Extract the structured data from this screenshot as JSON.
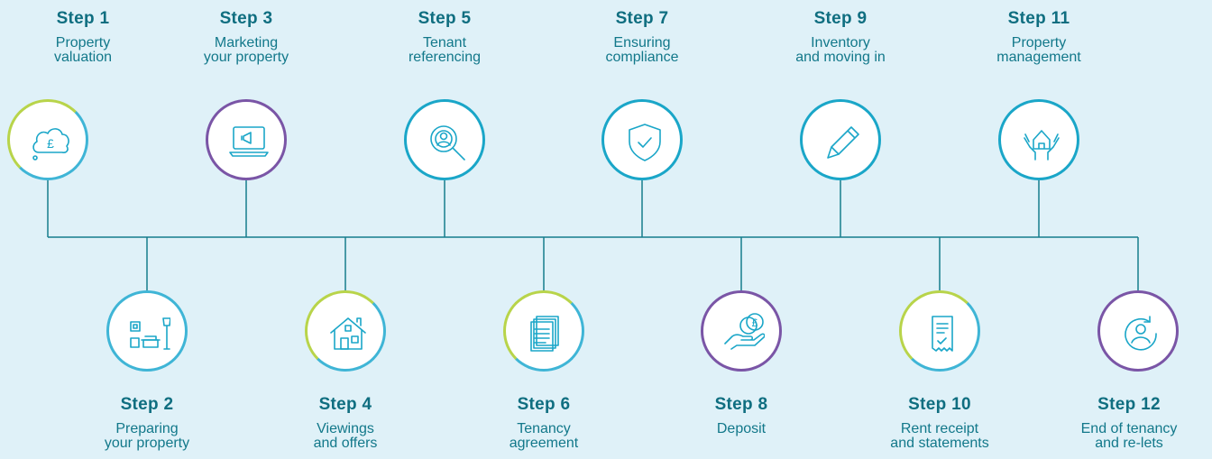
{
  "steps": [
    {
      "title": "Step 1",
      "desc": "Property\nvaluation",
      "icon": "cloud-pound-icon",
      "ring": [
        "#b8d44a",
        "#3fb5d6"
      ]
    },
    {
      "title": "Step 2",
      "desc": "Preparing\nyour property",
      "icon": "living-room-icon",
      "ring": [
        "#3fb5d6",
        "#3fb5d6"
      ]
    },
    {
      "title": "Step 3",
      "desc": "Marketing\nyour property",
      "icon": "laptop-megaphone-icon",
      "ring": [
        "#7a55a6",
        "#7a55a6"
      ]
    },
    {
      "title": "Step 4",
      "desc": "Viewings\nand offers",
      "icon": "house-icon",
      "ring": [
        "#b8d44a",
        "#3fb5d6"
      ]
    },
    {
      "title": "Step 5",
      "desc": "Tenant\nreferencing",
      "icon": "magnifier-person-icon",
      "ring": [
        "#1aa6c8",
        "#1aa6c8"
      ]
    },
    {
      "title": "Step 6",
      "desc": "Tenancy\nagreement",
      "icon": "document-icon",
      "ring": [
        "#b8d44a",
        "#3fb5d6"
      ]
    },
    {
      "title": "Step 7",
      "desc": "Ensuring\ncompliance",
      "icon": "shield-check-icon",
      "ring": [
        "#1aa6c8",
        "#1aa6c8"
      ]
    },
    {
      "title": "Step 8",
      "desc": "Deposit",
      "icon": "hand-coin-icon",
      "ring": [
        "#7a55a6",
        "#7a55a6"
      ]
    },
    {
      "title": "Step 9",
      "desc": "Inventory\nand moving in",
      "icon": "pencil-icon",
      "ring": [
        "#1aa6c8",
        "#1aa6c8"
      ]
    },
    {
      "title": "Step 10",
      "desc": "Rent receipt\nand statements",
      "icon": "receipt-icon",
      "ring": [
        "#b8d44a",
        "#3fb5d6"
      ]
    },
    {
      "title": "Step 11",
      "desc": "Property\nmanagement",
      "icon": "hands-house-icon",
      "ring": [
        "#1aa6c8",
        "#1aa6c8"
      ]
    },
    {
      "title": "Step 12",
      "desc": "End of tenancy\nand re-lets",
      "icon": "person-cycle-icon",
      "ring": [
        "#7a55a6",
        "#7a55a6"
      ]
    }
  ],
  "colors": {
    "background": "#dff1f8",
    "title": "#0f6e80",
    "text": "#12788a",
    "line": "#157d8c",
    "icon": "#1aa6c8"
  }
}
